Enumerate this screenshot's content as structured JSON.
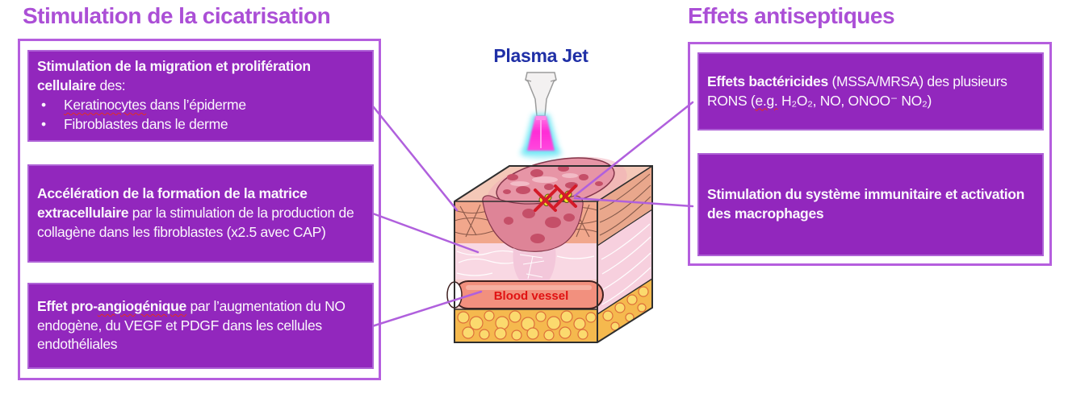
{
  "titles": {
    "left": "Stimulation de la cicatrisation",
    "right": "Effets antiseptiques"
  },
  "bullet_char": "•",
  "left_panel": {
    "box1": {
      "bold": "Stimulation de la migration et prolifération cellulaire",
      "rest": " des:",
      "bullet1_word": "Keratinocytes",
      "bullet1_rest": " dans l’épiderme",
      "bullet2": "Fibroblastes dans le derme"
    },
    "box2": {
      "bold": "Accélération de la formation de la matrice extracellulaire",
      "rest": " par la stimulation de la production de collagène dans les fibroblastes (x2.5 avec CAP)"
    },
    "box3": {
      "bold1": "Effet pro-",
      "bold2": "angiogénique",
      "rest": " par l’augmentation du NO endogène, du VEGF et PDGF dans les cellules endothéliales"
    }
  },
  "right_panel": {
    "box1": {
      "bold": "Effets bactéricides",
      "seg1": " (MSSA/MRSA) des plusieurs RONS (",
      "eg": "e.g.",
      "seg2": " H₂O₂, NO, ONOO⁻ NO₂)"
    },
    "box2": {
      "bold": "Stimulation du système immunitaire et activation des macrophages"
    }
  },
  "center": {
    "plasma_label": "Plasma Jet",
    "blood_vessel_label": "Blood vessel"
  },
  "colors": {
    "box_fill": "#9227bd",
    "box_border": "#ae62d6",
    "panel_border": "#b55ede",
    "title_purple": "#ab4fd6",
    "connector_purple": "#b060dd",
    "plasma_label_blue": "#1f2fa6",
    "blood_vessel_red": "#e01212",
    "box_text": "#fbf7fc",
    "jet_magenta": "#ff2bd6",
    "jet_glow_cyan": "#4ae0f2",
    "bacteria_yellow": "#f0e42a",
    "cross_red": "#d41a28",
    "fat_yellow": "#f5b94e",
    "dermis_pink": "#f9d8e3",
    "epidermis_salmon": "#f1a78c"
  }
}
